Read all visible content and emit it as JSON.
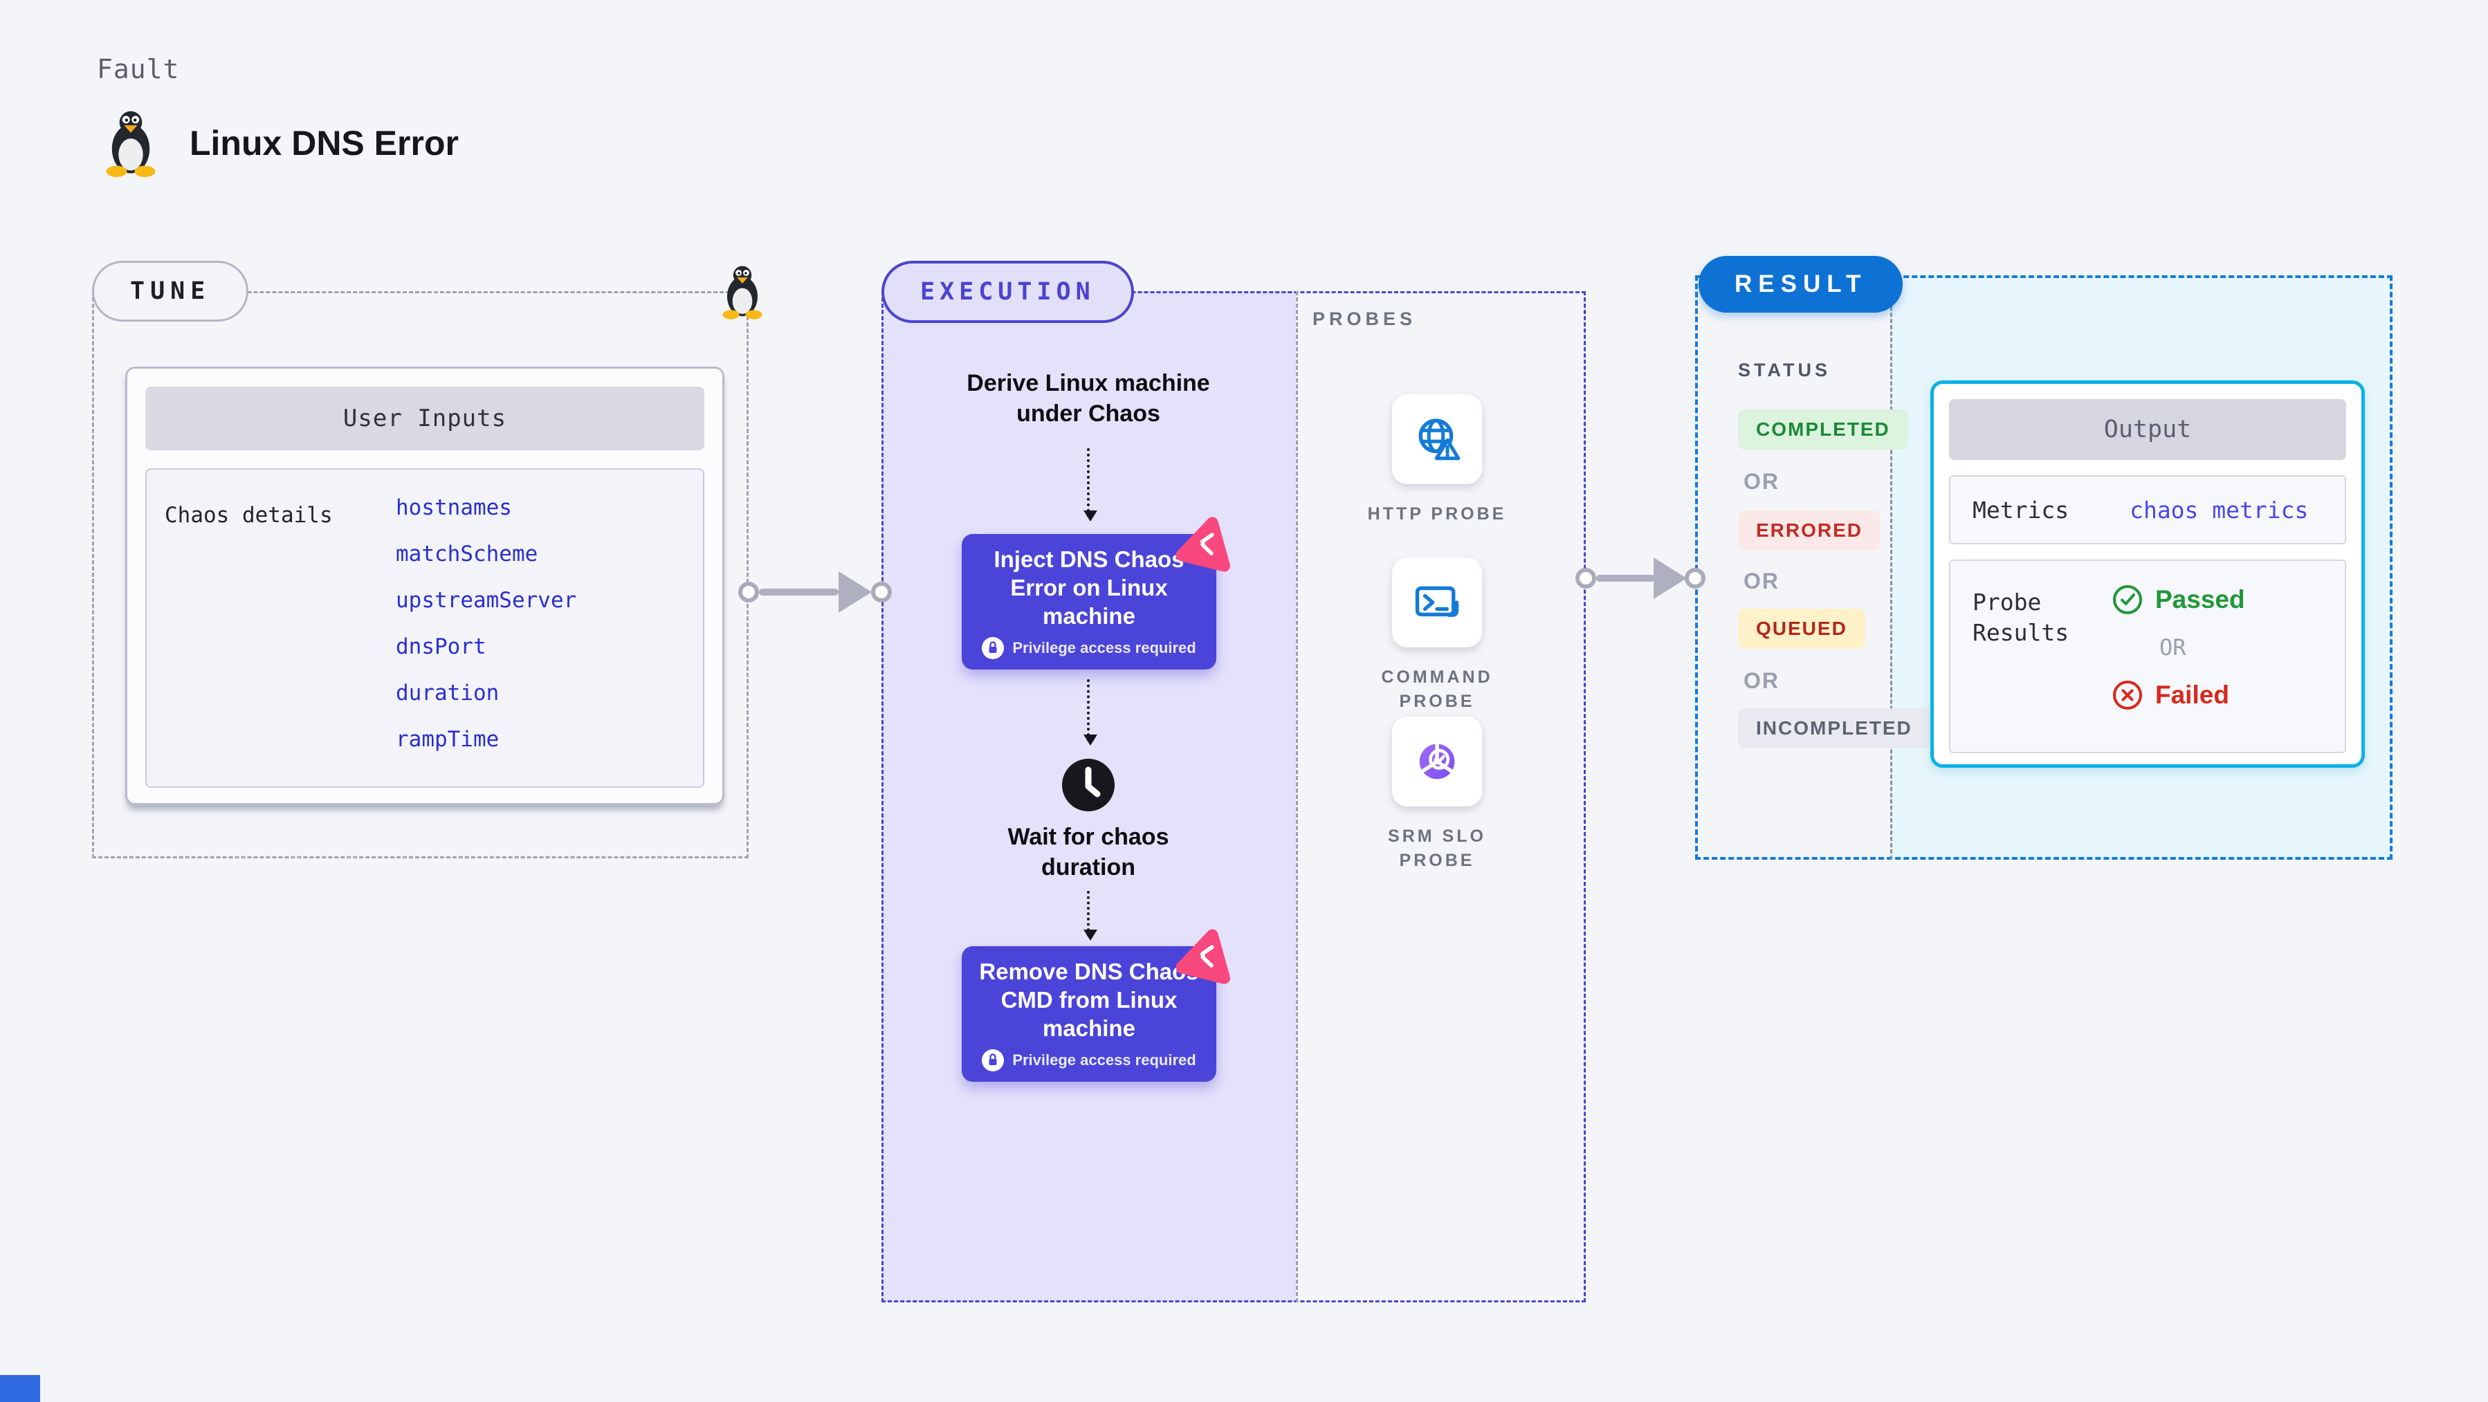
{
  "header": {
    "eyebrow": "Fault",
    "title": "Linux DNS Error"
  },
  "tune": {
    "pill": "TUNE",
    "card": {
      "title": "User Inputs",
      "row_label": "Chaos details",
      "params": [
        "hostnames",
        "matchScheme",
        "upstreamServer",
        "dnsPort",
        "duration",
        "rampTime"
      ]
    }
  },
  "execution": {
    "pill": "EXECUTION",
    "derive_step": "Derive Linux machine under Chaos",
    "inject_step": "Inject DNS Chaos Error on Linux machine",
    "wait_step": "Wait for chaos duration",
    "remove_step": "Remove DNS Chaos CMD from Linux machine",
    "privilege_note": "Privilege access required"
  },
  "probes": {
    "label": "PROBES",
    "items": [
      {
        "name": "HTTP PROBE",
        "icon": "globe-alert-icon"
      },
      {
        "name": "COMMAND PROBE",
        "icon": "terminal-icon"
      },
      {
        "name": "SRM SLO PROBE",
        "icon": "slo-donut-icon"
      }
    ]
  },
  "result": {
    "pill": "RESULT",
    "status_label": "STATUS",
    "or_label": "OR",
    "statuses": [
      {
        "label": "COMPLETED",
        "fg": "#1a8a38",
        "bg": "#dcf3dd"
      },
      {
        "label": "ERRORED",
        "fg": "#c52a23",
        "bg": "#fbe9e9"
      },
      {
        "label": "QUEUED",
        "fg": "#b3261c",
        "bg": "#fcf1c8"
      },
      {
        "label": "INCOMPLETED",
        "fg": "#5d6372",
        "bg": "#e9eaf1"
      }
    ],
    "output": {
      "title": "Output",
      "metrics_label": "Metrics",
      "metrics_value": "chaos metrics",
      "probe_results_label": "Probe Results",
      "passed": "Passed",
      "or": "OR",
      "failed": "Failed"
    }
  },
  "colors": {
    "page_bg": "#f4f5f9",
    "chaos_purple": "#4b44d8",
    "execution_indigo": "#4b43d0",
    "lavender_panel": "#e4e2fa",
    "result_blue": "#0e71d4",
    "result_dash_blue": "#117cd9",
    "output_border_cyan": "#0ab1e8",
    "cyan_panel": "#e7f6fd",
    "param_blue": "#2b2ecf",
    "metrics_value_blue": "#4846ee",
    "arrow_gray": "#aeb0c0",
    "probe_icon_blue": "#157bd8",
    "chaos_pink": "#f9487e",
    "passed_green": "#1f9838",
    "failed_red": "#d7281d"
  }
}
